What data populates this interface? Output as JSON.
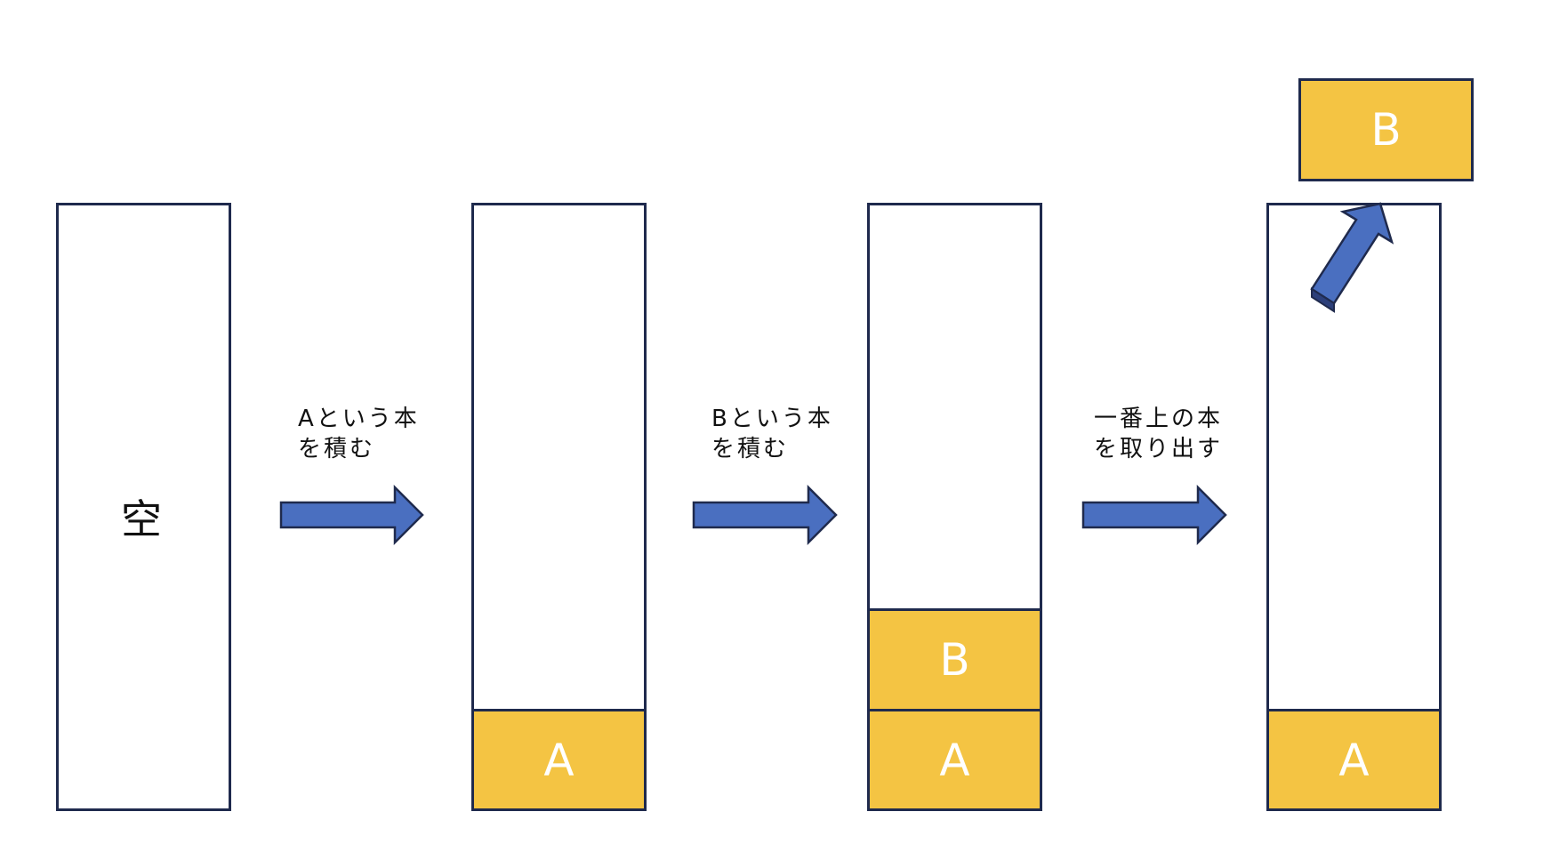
{
  "colors": {
    "book_fill": "#f4c443",
    "outline": "#1f2a4d",
    "arrow_fill": "#4a6fc0",
    "book_text": "#ffffff"
  },
  "stages": {
    "empty": {
      "label": "空"
    },
    "after_push_a": {
      "books": [
        "A"
      ]
    },
    "after_push_b": {
      "books": [
        "B",
        "A"
      ]
    },
    "after_pop": {
      "books": [
        "A"
      ],
      "removed": "B"
    }
  },
  "steps": [
    {
      "line1": "Aという本",
      "line2": "を積む"
    },
    {
      "line1": "Bという本",
      "line2": "を積む"
    },
    {
      "line1": "一番上の本",
      "line2": "を取り出す"
    }
  ]
}
